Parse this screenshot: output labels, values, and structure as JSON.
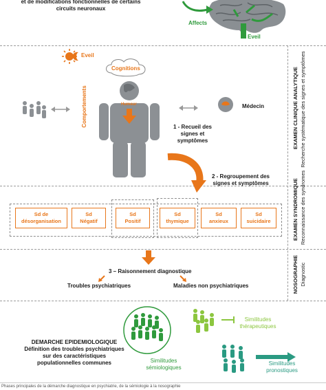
{
  "top": {
    "intro_line1": "et de modifications fonctionnelles de certains",
    "intro_line2": "circuits neuronaux",
    "affects": "Affects",
    "eveil": "Eveil"
  },
  "exam": {
    "eveil": "Eveil",
    "cognitions": "Cognitions",
    "comportements": "Comportements",
    "humeur": "Humeur",
    "medecin": "Médecin",
    "step1_line1": "1 - Recueil des",
    "step1_line2": "signes et symptômes",
    "side_title": "EXAMEN CLINIQUE ANALYTIQUE",
    "side_sub": "Recherche systématique des signes et symptômes"
  },
  "syndromes": {
    "step2_line1": "2 - Regroupement des",
    "step2_line2": "signes et symptômes",
    "boxes": [
      {
        "line1": "Sd de",
        "line2": "désorganisation"
      },
      {
        "line1": "Sd",
        "line2": "Négatif"
      },
      {
        "line1": "Sd",
        "line2": "Positif"
      },
      {
        "line1": "Sd",
        "line2": "thymique"
      },
      {
        "line1": "Sd",
        "line2": "anxieux"
      },
      {
        "line1": "Sd",
        "line2": "suicidaire"
      }
    ],
    "side_title": "EXAMEN SYNDROMIQUE",
    "side_sub": "Reconnaissance des syndromes"
  },
  "nosographie": {
    "step3": "3 – Raisonnement diagnostique",
    "left": "Troubles psychiatriques",
    "right": "Maladies non psychiatriques",
    "side_title": "NOSOGRAPHIE",
    "side_sub": "Diagnostic"
  },
  "epidemio": {
    "title": "DEMARCHE EPIDEMIOLOGIQUE",
    "line1": "Définition des troubles psychiatriques",
    "line2": "sur des caractéristiques",
    "line3": "populationnelles communes",
    "semio_line1": "Similitudes",
    "semio_line2": "sémiologiques",
    "thera_line1": "Similitudes",
    "thera_line2": "thérapeutiques",
    "prono_line1": "Similitudes",
    "prono_line2": "pronostiques"
  },
  "caption": "Phases principales de la démarche diagnostique en psychiatrie, de la sémiologie à la nosographie"
}
